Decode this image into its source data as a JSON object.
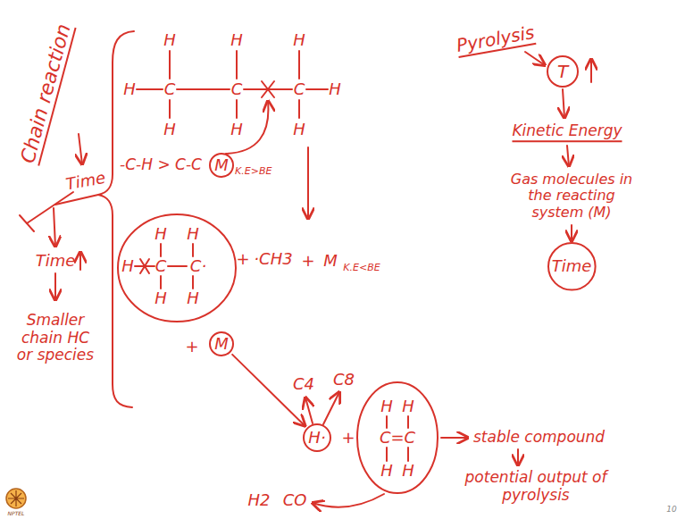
{
  "diagram": {
    "nodes": [
      {
        "text": [
          "T"
        ]
      },
      {
        "text": [
          "M",
          "K.E>BE"
        ]
      },
      {
        "text": [
          "M"
        ]
      },
      {
        "text": [
          "Time"
        ]
      },
      {
        "text": [
          "H·"
        ]
      }
    ],
    "edges": [
      {
        "from": 2,
        "to": 4,
        "arrow": "to"
      }
    ],
    "labels": [
      "Chain reaction",
      "Time",
      "Time",
      "Smaller chain HC or species",
      "-C-H > C-C",
      "H",
      "H",
      "H",
      "H",
      "C",
      "C",
      "C",
      "H",
      "H",
      "H",
      "H",
      "Pyrolysis",
      "Kinetic Energy",
      "Gas molecules in the reacting system (M)",
      "H",
      "H",
      "H",
      "C",
      "C·",
      "H",
      "H",
      "+",
      "·CH3",
      "+",
      "M",
      "K.E<BE",
      "+",
      "C4",
      "C8",
      "+",
      "H",
      "H",
      "C=C",
      "H",
      "H",
      "stable compound",
      "potential output of pyrolysis",
      "H2",
      "CO",
      "10",
      "NPTEL"
    ]
  }
}
